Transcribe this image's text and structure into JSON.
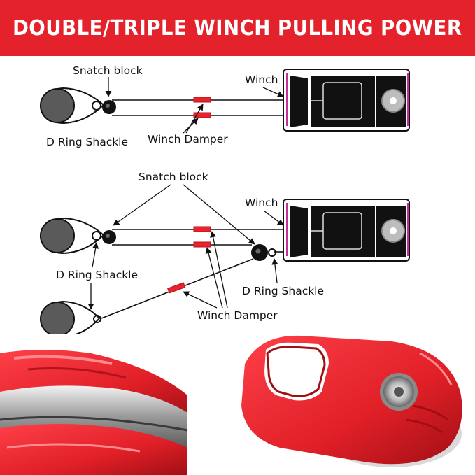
{
  "banner": {
    "title": "DOUBLE/TRIPLE WINCH PULLING POWER"
  },
  "diagram_top": {
    "snatch_block": "Snatch block",
    "winch": "Winch",
    "d_ring_shackle": "D Ring Shackle",
    "winch_damper": "Winch Damper"
  },
  "diagram_bottom": {
    "snatch_block": "Snatch block",
    "winch": "Winch",
    "d_ring_shackle_left": "D Ring Shackle",
    "d_ring_shackle_right": "D Ring Shackle",
    "winch_damper": "Winch Damper"
  },
  "colors": {
    "banner": "#e3222b",
    "damper": "#e8232b",
    "pulley": "#e01f27"
  }
}
